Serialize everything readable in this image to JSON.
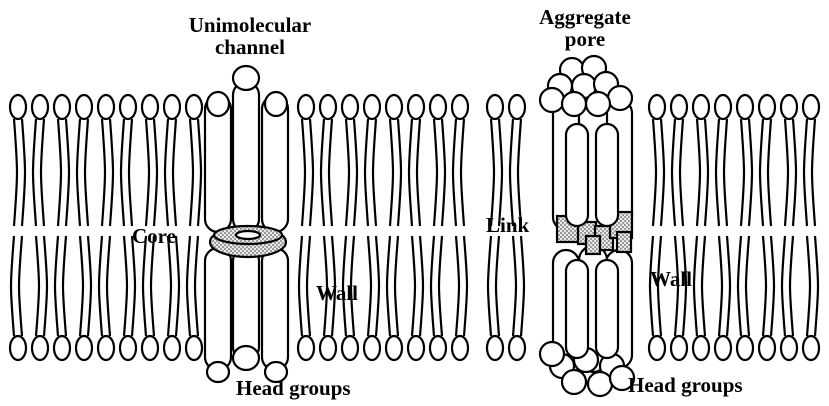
{
  "labels": {
    "unimolecular_line1": "Unimolecular",
    "unimolecular_line2": "channel",
    "aggregate_line1": "Aggregate",
    "aggregate_line2": "pore",
    "core": "Core",
    "link": "Link",
    "wall_left": "Wall",
    "wall_right": "Wall",
    "head_groups_left": "Head groups",
    "head_groups_right": "Head groups"
  },
  "colors": {
    "ink": "#000000",
    "fill": "#ffffff",
    "stipple": "#bdbdbd"
  }
}
